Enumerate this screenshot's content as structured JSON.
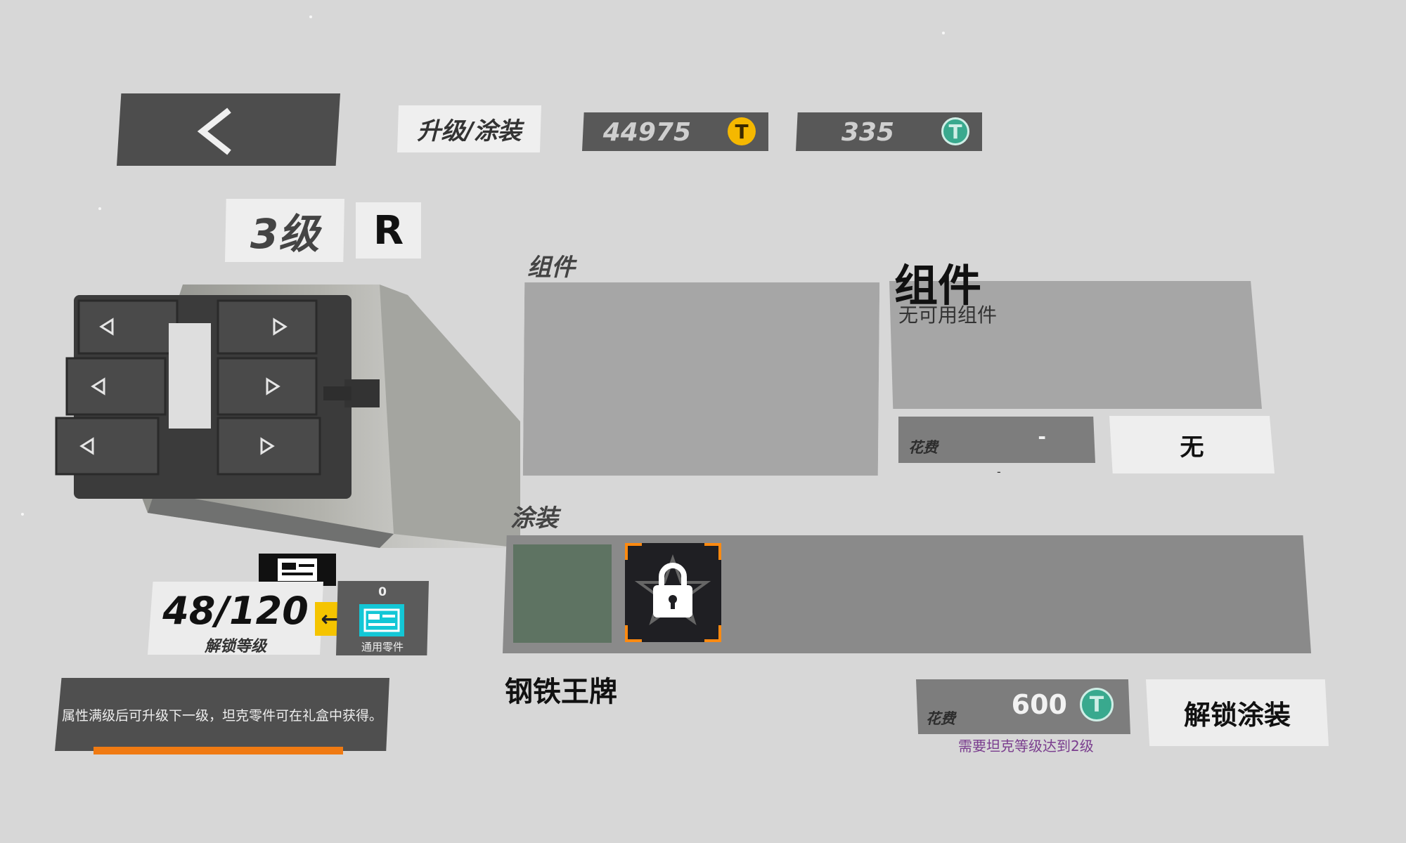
{
  "header": {
    "title": "升级/涂装",
    "gold": "44975",
    "ticket": "335"
  },
  "part": {
    "level": "3级",
    "rarity": "R"
  },
  "unlock": {
    "count": "48/120",
    "label": "解锁等级",
    "generic_count": "0",
    "generic_label": "通用零件"
  },
  "tip": "属性满级后可升级下一级，坦克零件可在礼盒中获得。",
  "components": {
    "section_label": "组件",
    "title": "组件",
    "empty_text": "无可用组件",
    "cost_label": "花费",
    "cost_value": "-",
    "sub_dash": "-",
    "button_label": "无"
  },
  "paint": {
    "section_label": "涂装",
    "name": "钢铁王牌",
    "cost_label": "花费",
    "cost_value": "600",
    "requirement": "需要坦克等级达到2级",
    "button_label": "解锁涂装"
  },
  "colors": {
    "gold_coin": "#f5b800",
    "ticket_coin": "#3aa98e",
    "accent_orange": "#f07a12",
    "requirement_text": "#7a3d8e"
  }
}
